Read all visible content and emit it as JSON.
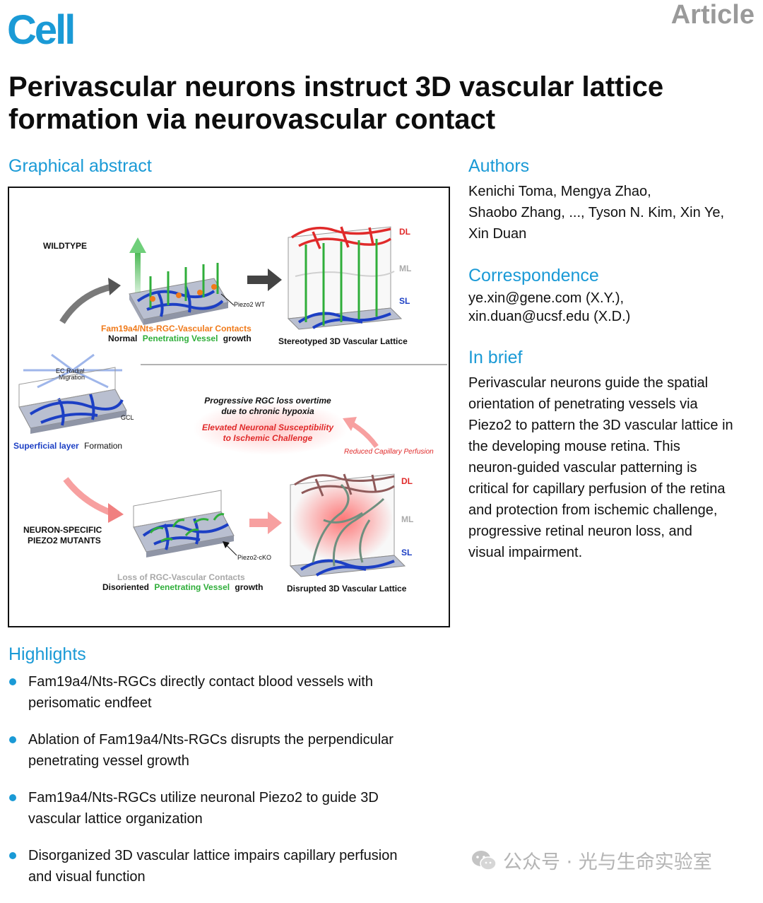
{
  "journal": {
    "logo": "Cell",
    "type": "Article"
  },
  "title": "Perivascular neurons instruct 3D vascular lattice formation via neurovascular contact",
  "sections": {
    "graphical_abstract": "Graphical abstract",
    "authors": "Authors",
    "correspondence": "Correspondence",
    "in_brief": "In brief",
    "highlights": "Highlights"
  },
  "authors": [
    "Kenichi Toma, Mengya Zhao,",
    "Shaobo Zhang, ..., Tyson N. Kim, Xin Ye,",
    "Xin Duan"
  ],
  "correspondence": [
    "ye.xin@gene.com (X.Y.),",
    "xin.duan@ucsf.edu (X.D.)"
  ],
  "in_brief": [
    "Perivascular neurons guide the spatial",
    "orientation of penetrating vessels via",
    "Piezo2 to pattern the 3D vascular lattice in",
    "the developing mouse retina. This",
    "neuron-guided vascular patterning is",
    "critical for capillary perfusion of the retina",
    "and protection from ischemic challenge,",
    "progressive retinal neuron loss, and",
    "visual impairment."
  ],
  "highlights": [
    [
      "Fam19a4/Nts-RGCs directly contact blood vessels with",
      "perisomatic endfeet"
    ],
    [
      "Ablation of Fam19a4/Nts-RGCs disrupts the perpendicular",
      "penetrating vessel growth"
    ],
    [
      "Fam19a4/Nts-RGCs utilize neuronal Piezo2 to guide 3D",
      "vascular lattice organization"
    ],
    [
      "Disorganized 3D vascular lattice impairs capillary perfusion",
      "and visual function"
    ]
  ],
  "figure": {
    "wildtype": "WILDTYPE",
    "piezo2_wt": "Piezo2 WT",
    "contacts": "Fam19a4/Nts-RGC-Vascular Contacts",
    "normal": "Normal",
    "penetrating_vessel": "Penetrating Vessel",
    "growth": "growth",
    "stereotyped": "Stereotyped 3D Vascular Lattice",
    "dl": "DL",
    "ml": "ML",
    "sl": "SL",
    "ec_radial_1": "EC Radial",
    "ec_radial_2": "Migration",
    "gcl": "GCL",
    "superficial_layer": "Superficial layer",
    "formation": "Formation",
    "progressive_1": "Progressive RGC loss overtime",
    "progressive_2": "due to chronic hypoxia",
    "elevated_1": "Elevated Neuronal Susceptibility",
    "elevated_2": "to Ischemic Challenge",
    "reduced": "Reduced Capillary Perfusion",
    "mutant_1": "NEURON-SPECIFIC",
    "mutant_2": "PIEZO2 MUTANTS",
    "piezo2_cko": "Piezo2-cKO",
    "loss": "Loss of RGC-Vascular Contacts",
    "disoriented": "Disoriented",
    "disrupted": "Disrupted 3D Vascular Lattice"
  },
  "watermark": "公众号 · 光与生命实验室",
  "colors": {
    "accent": "#1a9ad6",
    "orange": "#f07a1a",
    "green": "#2fae3a",
    "red": "#e02a2a",
    "blue": "#1c3fc4"
  }
}
